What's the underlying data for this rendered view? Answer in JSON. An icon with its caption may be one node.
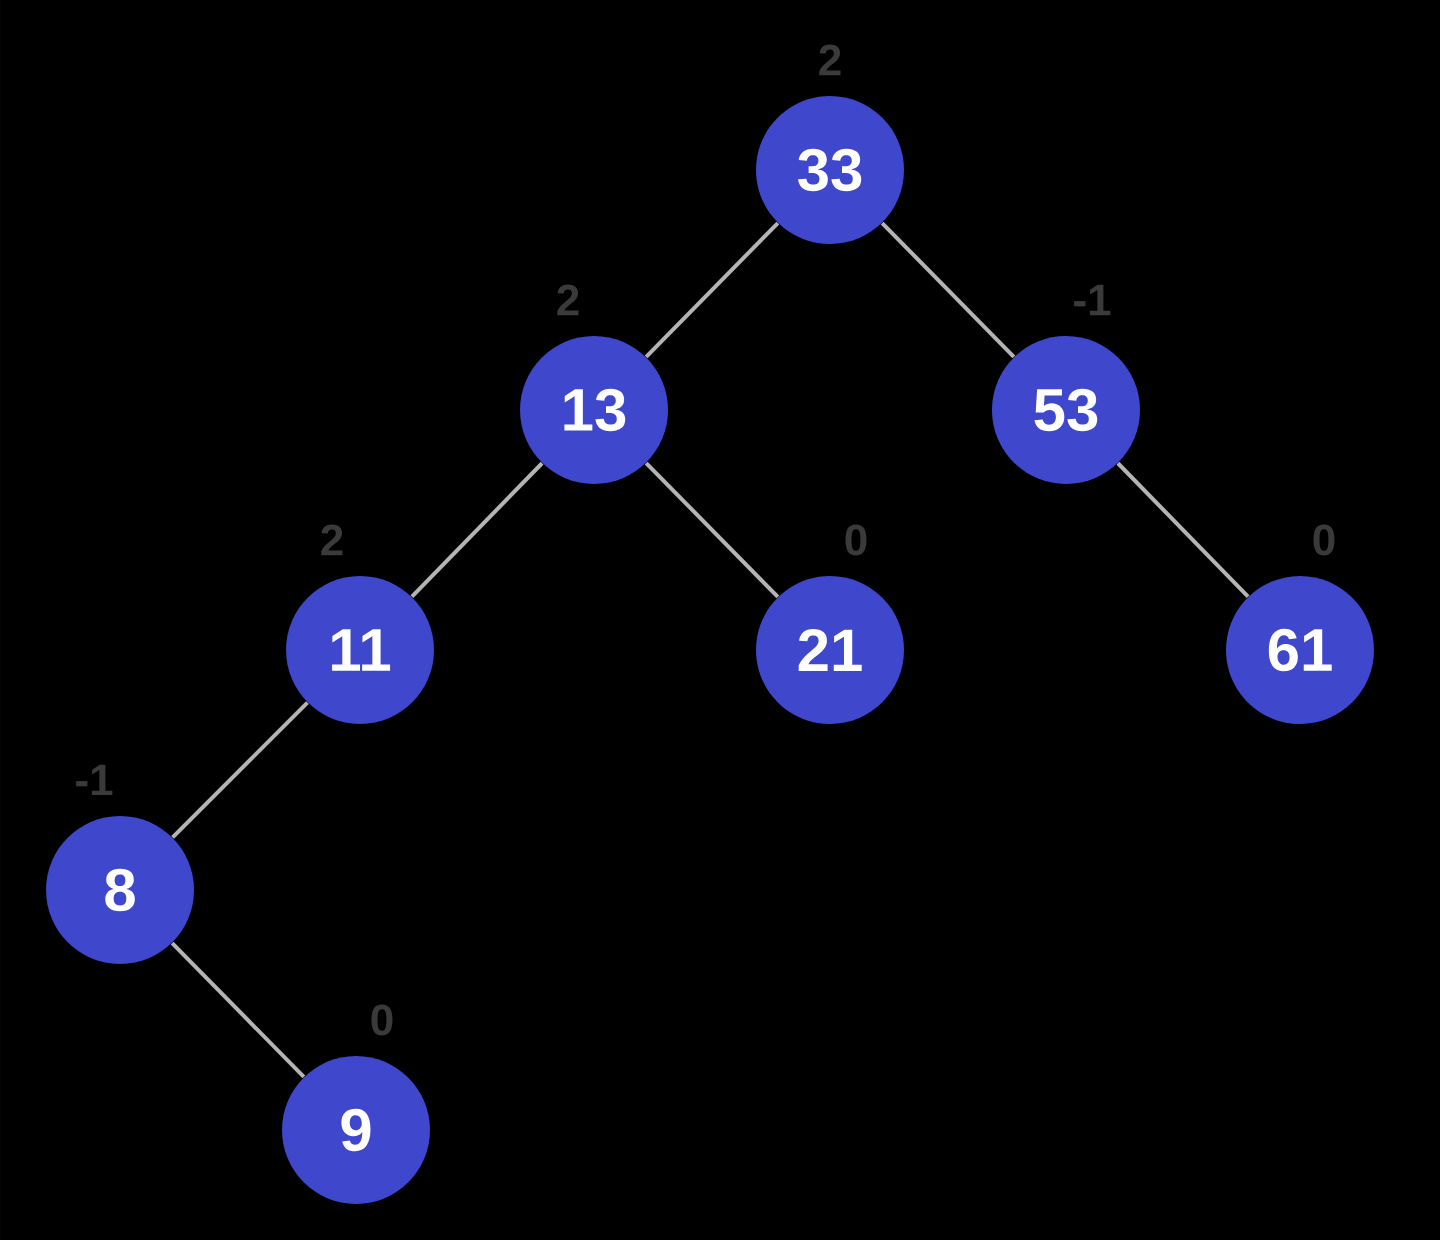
{
  "diagram": {
    "nodes": [
      {
        "text": [
          "33"
        ],
        "beside": [
          "2"
        ]
      },
      {
        "text": [
          "13"
        ],
        "beside": [
          "2"
        ]
      },
      {
        "text": [
          "53"
        ],
        "beside": [
          "-1"
        ]
      },
      {
        "text": [
          "11"
        ],
        "beside": [
          "2"
        ]
      },
      {
        "text": [
          "21"
        ],
        "beside": [
          "0"
        ]
      },
      {
        "text": [
          "61"
        ],
        "beside": [
          "0"
        ]
      },
      {
        "text": [
          "8"
        ],
        "beside": [
          "-1"
        ]
      },
      {
        "text": [
          "9"
        ],
        "beside": [
          "0"
        ]
      }
    ],
    "edges": [
      {
        "from": 0,
        "to": 1,
        "arrow": "none"
      },
      {
        "from": 0,
        "to": 2,
        "arrow": "none"
      },
      {
        "from": 1,
        "to": 3,
        "arrow": "none"
      },
      {
        "from": 1,
        "to": 4,
        "arrow": "none"
      },
      {
        "from": 2,
        "to": 5,
        "arrow": "none"
      },
      {
        "from": 3,
        "to": 6,
        "arrow": "none"
      },
      {
        "from": 6,
        "to": 7,
        "arrow": "none"
      }
    ]
  }
}
